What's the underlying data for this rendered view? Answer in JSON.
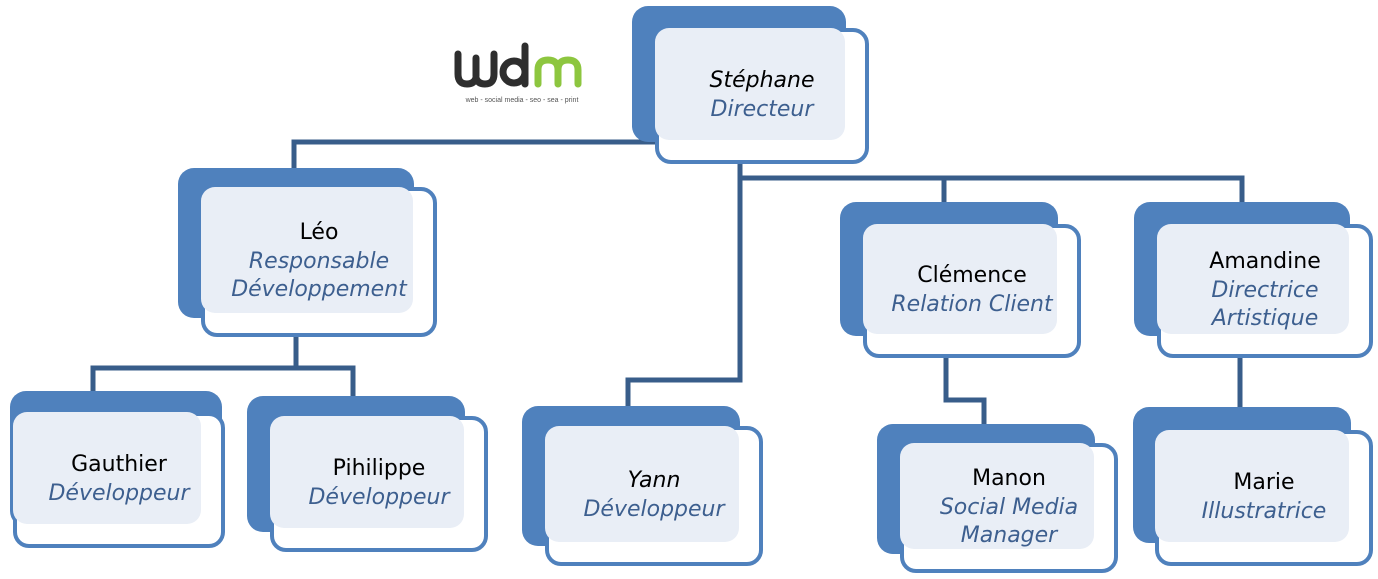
{
  "logo": {
    "wordmark": "wdm",
    "tagline": "web - social media - seo - sea - print",
    "colors": {
      "w_d": "#2e2e2e",
      "m": "#8dc63f"
    }
  },
  "colors": {
    "box_border": "#4f81bd",
    "box_shadow": "#4f81bd",
    "box_fill": "#e9eef6",
    "connector": "#385d8a",
    "role_text": "#3d5f8f"
  },
  "nodes": [
    {
      "id": "stephane",
      "name": "Stéphane",
      "role": "Directeur",
      "name_italic": true
    },
    {
      "id": "leo",
      "name": "Léo",
      "role": "Responsable Développement",
      "name_italic": false
    },
    {
      "id": "yann",
      "name": "Yann",
      "role": "Développeur",
      "name_italic": true
    },
    {
      "id": "clemence",
      "name": "Clémence",
      "role": "Relation Client",
      "name_italic": false
    },
    {
      "id": "amandine",
      "name": "Amandine",
      "role": "Directrice Artistique",
      "name_italic": false
    },
    {
      "id": "gauthier",
      "name": "Gauthier",
      "role": "Développeur",
      "name_italic": false
    },
    {
      "id": "pihilippe",
      "name": "Pihilippe",
      "role": "Développeur",
      "name_italic": false
    },
    {
      "id": "manon",
      "name": "Manon",
      "role": "Social Media Manager",
      "name_italic": false
    },
    {
      "id": "marie",
      "name": "Marie",
      "role": "Illustratrice",
      "name_italic": false
    }
  ],
  "edges": [
    {
      "from": "stephane",
      "to": "leo"
    },
    {
      "from": "stephane",
      "to": "yann"
    },
    {
      "from": "stephane",
      "to": "clemence"
    },
    {
      "from": "stephane",
      "to": "amandine"
    },
    {
      "from": "leo",
      "to": "gauthier"
    },
    {
      "from": "leo",
      "to": "pihilippe"
    },
    {
      "from": "clemence",
      "to": "manon"
    },
    {
      "from": "amandine",
      "to": "marie"
    }
  ]
}
